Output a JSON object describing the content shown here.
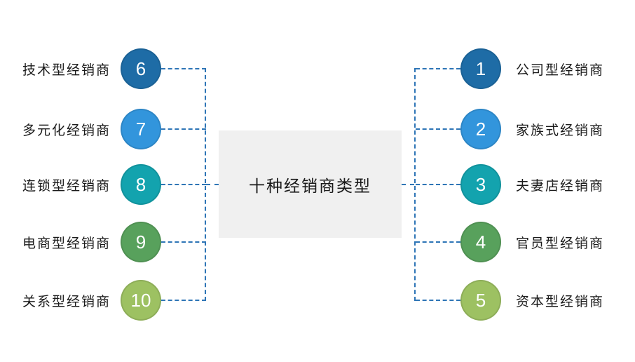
{
  "title": "十种经销商类型",
  "colors": {
    "connector": "#2E75B6",
    "center_box_bg": "#F0F0F0",
    "text_color": "#1A1A1A",
    "number_color": "#FFFFFF"
  },
  "left_items": [
    {
      "number": "6",
      "label": "技术型经销商",
      "color": "#1E6CA6"
    },
    {
      "number": "7",
      "label": "多元化经销商",
      "color": "#3295DC"
    },
    {
      "number": "8",
      "label": "连锁型经销商",
      "color": "#13A3AE"
    },
    {
      "number": "9",
      "label": "电商型经销商",
      "color": "#58A15C"
    },
    {
      "number": "10",
      "label": "关系型经销商",
      "color": "#9DC162"
    }
  ],
  "right_items": [
    {
      "number": "1",
      "label": "公司型经销商",
      "color": "#1E6CA6"
    },
    {
      "number": "2",
      "label": "家族式经销商",
      "color": "#3295DC"
    },
    {
      "number": "3",
      "label": "夫妻店经销商",
      "color": "#13A3AE"
    },
    {
      "number": "4",
      "label": "官员型经销商",
      "color": "#58A15C"
    },
    {
      "number": "5",
      "label": "资本型经销商",
      "color": "#9DC162"
    }
  ]
}
